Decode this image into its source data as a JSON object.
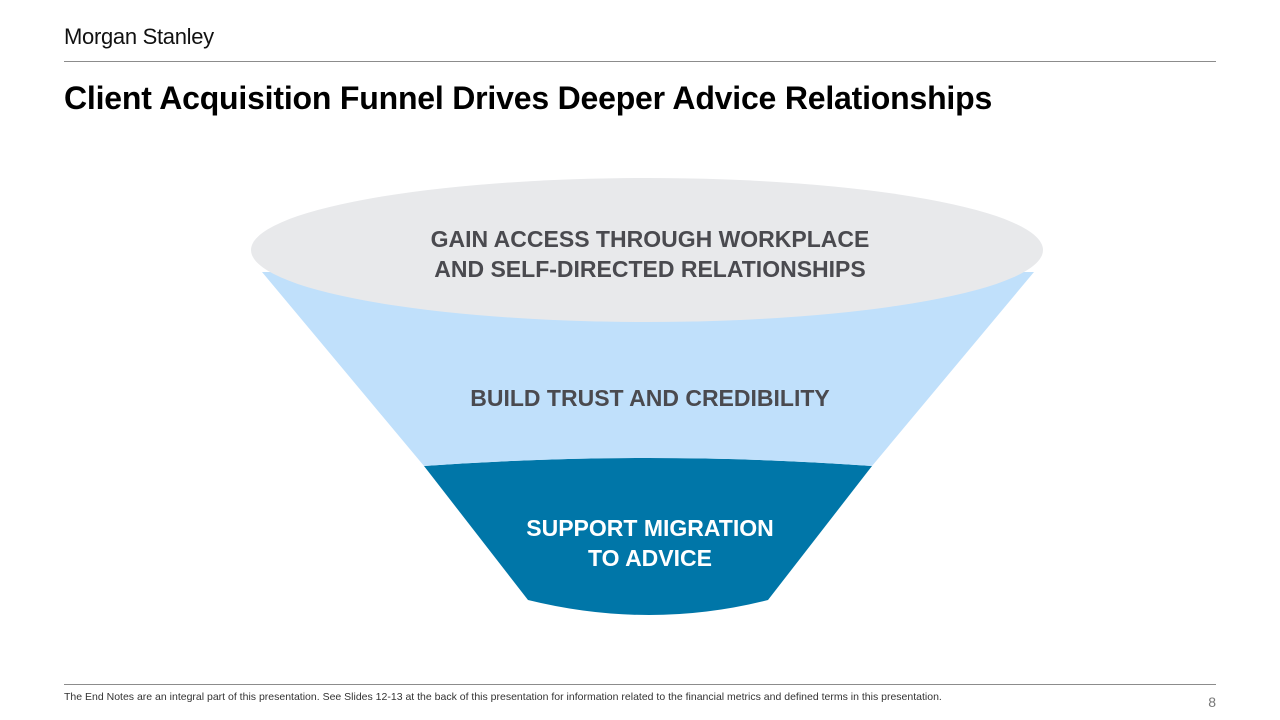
{
  "header": {
    "logo": "Morgan Stanley",
    "title": "Client Acquisition Funnel Drives Deeper Advice Relationships"
  },
  "funnel": {
    "stages": [
      {
        "lines": [
          "GAIN ACCESS THROUGH WORKPLACE",
          "AND SELF-DIRECTED RELATIONSHIPS"
        ],
        "color": "#e8e9eb",
        "text_color": "#4a4a4f"
      },
      {
        "lines": [
          "BUILD TRUST AND CREDIBILITY"
        ],
        "color": "#c0e0fb",
        "text_color": "#4a4a4f"
      },
      {
        "lines": [
          "SUPPORT MIGRATION",
          "TO ADVICE"
        ],
        "color": "#0076a8",
        "text_color": "#ffffff"
      }
    ]
  },
  "footer": {
    "note": "The End Notes are an integral part of this presentation. See Slides 12-13 at the back of this presentation for information related to the financial metrics and defined terms in this presentation.",
    "page": "8"
  }
}
